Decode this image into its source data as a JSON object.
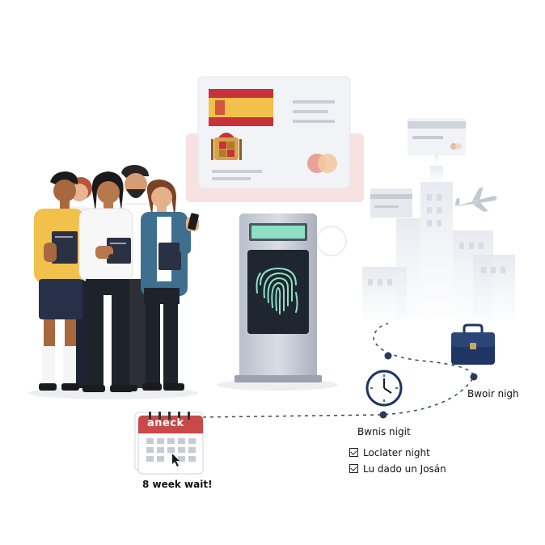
{
  "id_card": {
    "country": "Spain"
  },
  "calendar": {
    "header_text": "aneck"
  },
  "captions": {
    "wait": "8 week wait!",
    "briefcase": "Bwoir nigh",
    "clock": "Bwnis nigit"
  },
  "checklist": [
    {
      "text": "Loclater night",
      "checked": true
    },
    {
      "text": "Lu dado un Josán",
      "checked": true
    }
  ],
  "colors": {
    "kiosk_screen": "#8de0c4",
    "flag_red": "#c8323a",
    "flag_yellow": "#f2c14b",
    "briefcase": "#1f3564",
    "calendar_red": "#c94848"
  }
}
